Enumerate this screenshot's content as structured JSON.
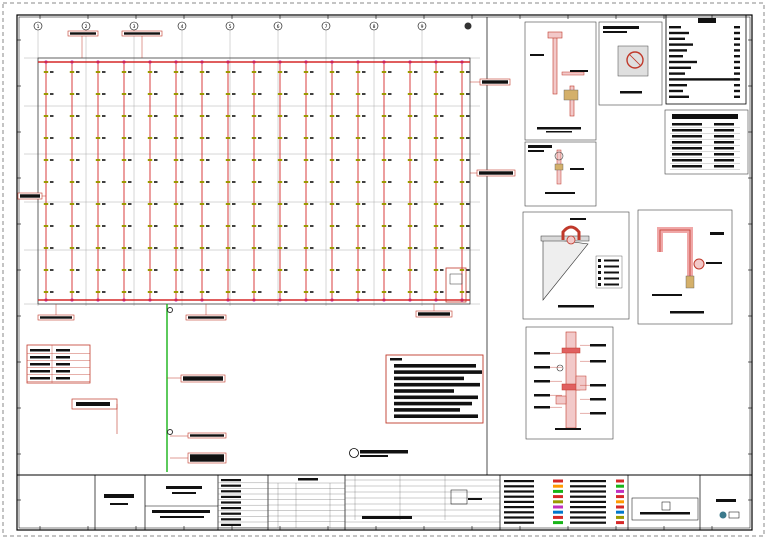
{
  "drawing": {
    "grid_marks": [
      "1",
      "2",
      "3",
      "4",
      "5",
      "6",
      "7",
      "8",
      "9"
    ],
    "colors": {
      "border": "#000000",
      "pipe": "#d62828",
      "riser": "#18b418",
      "sprinkler": "#9a9a00",
      "label_box": "#c0392b",
      "detail": "#c0392b",
      "ink": "#111111"
    },
    "pipe_columns": 17,
    "sprinkler_rows": 11
  }
}
